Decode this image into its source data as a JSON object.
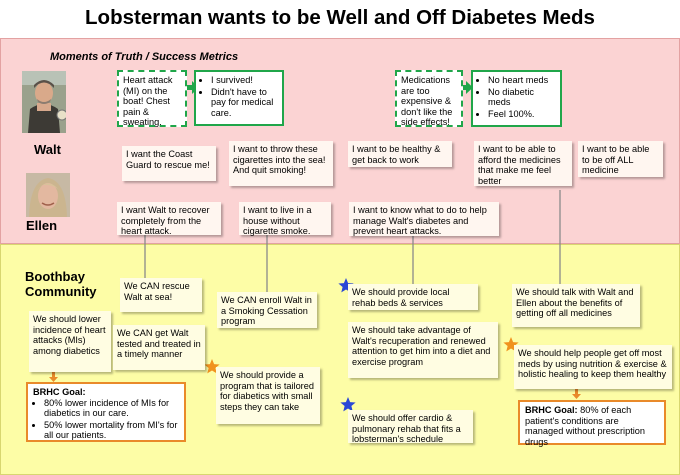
{
  "title": "Lobsterman wants to be Well and Off Diabetes Meds",
  "subtitle": "Moments of Truth / Success Metrics",
  "people": {
    "walt": "Walt",
    "ellen": "Ellen"
  },
  "community": {
    "line1": "Boothbay",
    "line2": "Community"
  },
  "truth1": {
    "problem": "Heart attack (MI) on the boat! Chest pain & sweating.",
    "metrics": [
      "I survived!",
      "Didn't have to pay for medical care."
    ]
  },
  "truth2": {
    "problem": "Medications are too expensive & don't like the side effects!",
    "metrics": [
      "No heart meds",
      "No diabetic meds",
      "Feel 100%."
    ]
  },
  "walt_wants": [
    "I want the Coast Guard to rescue me!",
    "I want to throw these cigarettes into the sea! And quit smoking!",
    "I want to be healthy & get back to work",
    "I want to be able to afford the medicines that make me feel better",
    "I want to be able to be off ALL medicine"
  ],
  "ellen_wants": [
    "I want Walt to recover completely from the heart attack.",
    "I want to live in a house without cigarette smoke.",
    "I want to know what to do to help manage Walt's diabetes and prevent heart attacks."
  ],
  "community_notes": {
    "lower": "We should lower incidence of heart attacks (MIs) among diabetics",
    "rescue": "We CAN rescue Walt at sea!",
    "tested": "We CAN get Walt tested and treated in a timely manner",
    "enroll": "We CAN enroll Walt in a Smoking Cessation program",
    "program": "We should provide a program that is tailored for diabetics with small steps they can take",
    "rehab": "We should provide local rehab beds & services",
    "advantage": "We should take advantage of Walt's recuperation and renewed attention to get him into a diet and exercise program",
    "cardio": "We should offer cardio & pulmonary rehab that fits a lobsterman's schedule",
    "talk": "We should talk with Walt and Ellen about the benefits of getting off all medicines",
    "help": "We should help people get off most meds by using nutrition & exercise & holistic healing to keep them healthy"
  },
  "goal1": {
    "label": "BRHC Goal:",
    "items": [
      "80% lower incidence of MIs for diabetics in our care.",
      "50% lower mortality from MI's for all our patients."
    ]
  },
  "goal2": {
    "label": "BRHC Goal:",
    "text": " 80% of each patient's conditions are managed without prescription drugs"
  },
  "colors": {
    "pink_band": "#fbd3d3",
    "yellow_band": "#fdfda6",
    "green": "#20a64a",
    "orange": "#e98a2a",
    "blue_star": "#2a47d6",
    "orange_star": "#f0921e"
  }
}
